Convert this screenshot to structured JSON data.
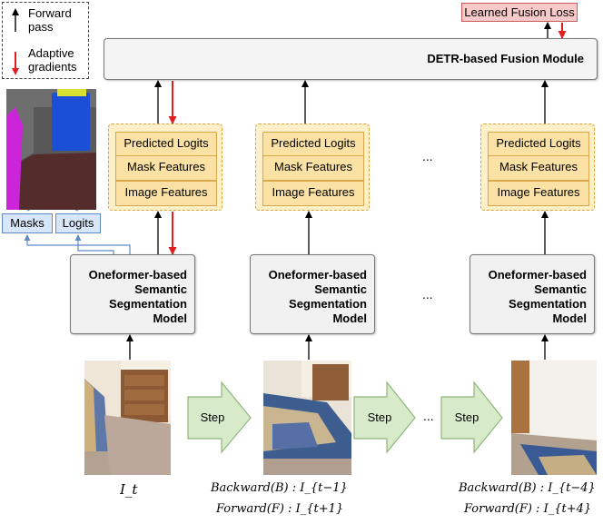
{
  "legend": {
    "forward_label_line1": "Forward",
    "forward_label_line2": "pass",
    "adaptive_label_line1": "Adaptive",
    "adaptive_label_line2": "gradients"
  },
  "loss_label": "Learned Fusion Loss",
  "fusion_label": "DETR-based Fusion Module",
  "feature_groups": [
    {
      "items": [
        "Predicted Logits",
        "Mask Features",
        "Image Features"
      ]
    },
    {
      "items": [
        "Predicted Logits",
        "Mask Features",
        "Image Features"
      ]
    },
    {
      "items": [
        "Predicted Logits",
        "Mask Features",
        "Image Features"
      ]
    }
  ],
  "segmentation_models": [
    {
      "lines": [
        "Oneformer-based",
        "Semantic",
        "Segmentation",
        "Model"
      ]
    },
    {
      "lines": [
        "Oneformer-based",
        "Semantic",
        "Segmentation",
        "Model"
      ]
    },
    {
      "lines": [
        "Oneformer-based",
        "Semantic",
        "Segmentation",
        "Model"
      ]
    }
  ],
  "outputs": {
    "masks_label": "Masks",
    "logits_label": "Logits"
  },
  "ellipsis": "...",
  "step_label": "Step",
  "captions": {
    "frame1": "I_t",
    "frame2_backward": "Backward(B) : I_{t−1}",
    "frame2_forward": "Forward(F) : I_{t+1}",
    "frame3_backward": "Backward(B) : I_{t−4}",
    "frame3_forward": "Forward(F) : I_{t+4}"
  },
  "colors": {
    "forward_arrow": "#000000",
    "gradient_arrow": "#e02020",
    "feature_fill": "#fbe2a4",
    "step_arrow_fill": "#d7ebcb",
    "chip_fill": "#d7e6f8"
  }
}
